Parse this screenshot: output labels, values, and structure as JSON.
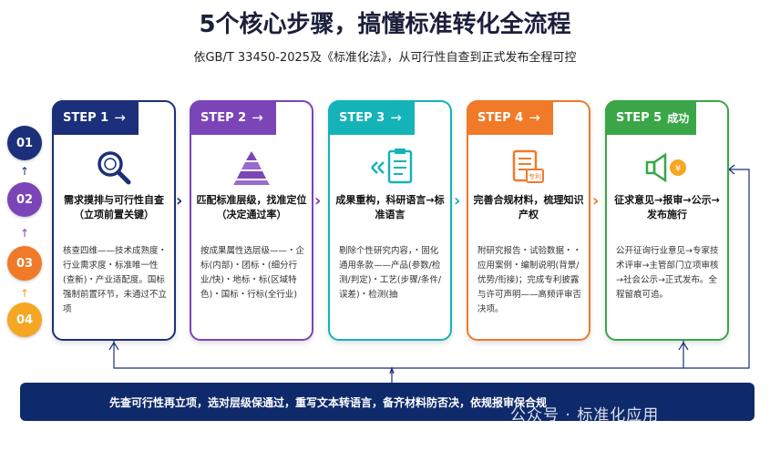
{
  "title": "5个核心步骤，搞懂标准转化全流程",
  "subtitle": "依GB/T 33450-2025及《标准化法》，从可行性自查到正式发布全程可控",
  "side_steps": [
    "01",
    "02",
    "03",
    "04"
  ],
  "colors": {
    "step1": "#1c2f7a",
    "step2": "#7b45b8",
    "step3": "#14b3b8",
    "step4": "#f07a28",
    "step5": "#3aa648",
    "bar": "#0f2a6b"
  },
  "steps": [
    {
      "head": "STEP 1",
      "arrow": "→",
      "icon": "magnifier-icon",
      "title": "需求摸排与可行性自查（立项前置关键）",
      "body": "核查四维——技术成熟度・行业需求度・标准唯一性(查新)・产业适配度。国标强制前置环节，未通过不立项"
    },
    {
      "head": "STEP 2",
      "arrow": "→",
      "icon": "pyramid-icon",
      "title": "匹配标准层级，找准定位（决定通过率）",
      "body": "按成果属性选层级——・企标(内部)・团标・(细分行业/快)・地标・标(区域特色)・国标・行标(全行业)"
    },
    {
      "head": "STEP 3",
      "arrow": "→",
      "icon": "checklist-icon",
      "title": "成果重构，科研语言→标准语言",
      "body": "剔除个性研究内容，・固化通用条款——产品(参数/检测/判定)・工艺(步骤/条件/误差)・检测(抽"
    },
    {
      "head": "STEP 4",
      "arrow": "→",
      "icon": "document-patent-icon",
      "title": "完善合规材料，梳理知识产权",
      "body": "附研究报告・试验数据・・应用案例・编制说明(背景/优势/衔接)；完成专利披露与许可声明——高频评审否决项。"
    },
    {
      "head": "STEP 5",
      "arrow": "成功",
      "icon": "megaphone-icon",
      "title": "征求意见→报审→公示→发布施行",
      "body": "公开征询行业意见→专家技术评审→主管部门立项审核→社会公示→正式发布。全程留痕可追。"
    }
  ],
  "bottom_bar": "先查可行性再立项，选对层级保通过，重写文本转语言，备齐材料防否决，依规报审保合规",
  "watermark": "公众号 · 标准化应用"
}
